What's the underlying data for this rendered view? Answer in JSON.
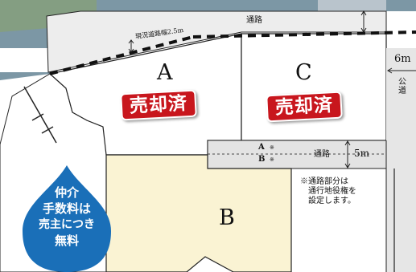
{
  "lots": {
    "a": {
      "label": "A",
      "status": "売却済"
    },
    "b": {
      "label": "B"
    },
    "c": {
      "label": "C",
      "status": "売却済"
    }
  },
  "road_top": {
    "label": "通路"
  },
  "existing_road_note": "現況道路幅2.5m",
  "public_road": {
    "width": "6m",
    "label": "公道"
  },
  "inner_road": {
    "label": "通路",
    "width": "5m",
    "marks": [
      "A",
      "B"
    ],
    "mark_symbol": "※"
  },
  "note": [
    "※通路部分は",
    "通行地役権を",
    "設定します。"
  ],
  "commission_badge": [
    "仲介",
    "手数料は",
    "売主につき",
    "無料"
  ],
  "colors": {
    "sold_red": "#c8161d",
    "lot_b_fill": "#faf3d3",
    "badge_blue": "#1a6fb8"
  }
}
